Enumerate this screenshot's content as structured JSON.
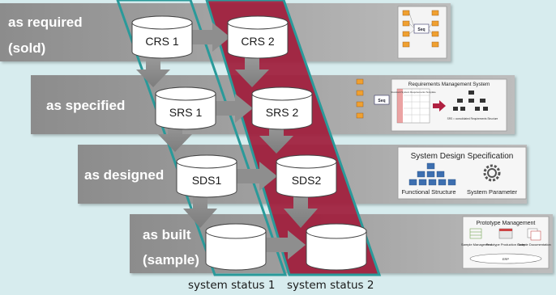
{
  "stages": [
    {
      "key": "required",
      "label_line1": "as required",
      "label_line2": "(sold)",
      "node_status1": "CRS 1",
      "node_status2": "CRS 2"
    },
    {
      "key": "specified",
      "label_line1": "as specified",
      "label_line2": "",
      "node_status1": "SRS 1",
      "node_status2": "SRS 2"
    },
    {
      "key": "designed",
      "label_line1": "as designed",
      "label_line2": "",
      "node_status1": "SDS1",
      "node_status2": "SDS2"
    },
    {
      "key": "built",
      "label_line1": "as built",
      "label_line2": "(sample)",
      "node_status1": "",
      "node_status2": ""
    }
  ],
  "thumbnails": {
    "required": {
      "caption": "Seq"
    },
    "specified": {
      "title": "Requirements Management System",
      "template_label": "Standard System Requirements Template",
      "output_label": "SRS = consolidated Requirements Structure"
    },
    "designed": {
      "title": "System Design Specification",
      "left_caption": "Functional Structure",
      "right_caption": "System Parameter"
    },
    "built": {
      "title": "Prototype Management",
      "col1": "Sample Management",
      "col2": "Prototype Production Order",
      "col3": "Sample Documentation",
      "base": "ERP"
    }
  },
  "columns": {
    "status1": {
      "label": "system status 1",
      "color": "#2a9a9a"
    },
    "status2": {
      "label": "system status 2",
      "color": "#a01e3c"
    }
  },
  "colors": {
    "background": "#d7ecee",
    "band_light": "#b1b1b1",
    "band_dark": "#8c8c8c",
    "arrow": "#8e8e8e",
    "node_fill": "#ffffff",
    "band_text": "#ffffff"
  }
}
